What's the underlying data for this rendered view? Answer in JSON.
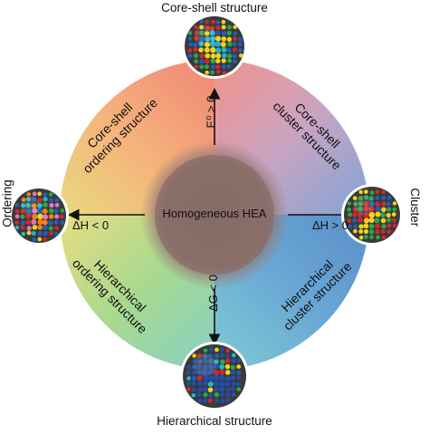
{
  "titles": {
    "top": "Core-shell structure",
    "bottom": "Hierarchical structure",
    "left": "Ordering",
    "right": "Cluster"
  },
  "center": {
    "label": "Homogeneous HEA"
  },
  "axes": {
    "up": "E⁰ > 0",
    "down": "ΔG < 0",
    "left": "ΔH < 0",
    "right": "ΔH > 0"
  },
  "quadrants": {
    "top_left": [
      "Core-shell",
      "ordering structure"
    ],
    "top_right": [
      "Core-shell",
      "cluster structure"
    ],
    "bottom_left": [
      "Hierarchical",
      "ordering structure"
    ],
    "bottom_right": [
      "Hierarchical",
      "cluster structure"
    ]
  },
  "colors": {
    "warm": "#f08a78",
    "orange": "#f4b07a",
    "yellow": "#e6df84",
    "green": "#8fd49a",
    "cyan": "#7fc9d6",
    "blue": "#5f95cc",
    "lavender": "#a9a6cf",
    "center": "#8a6e6a"
  }
}
